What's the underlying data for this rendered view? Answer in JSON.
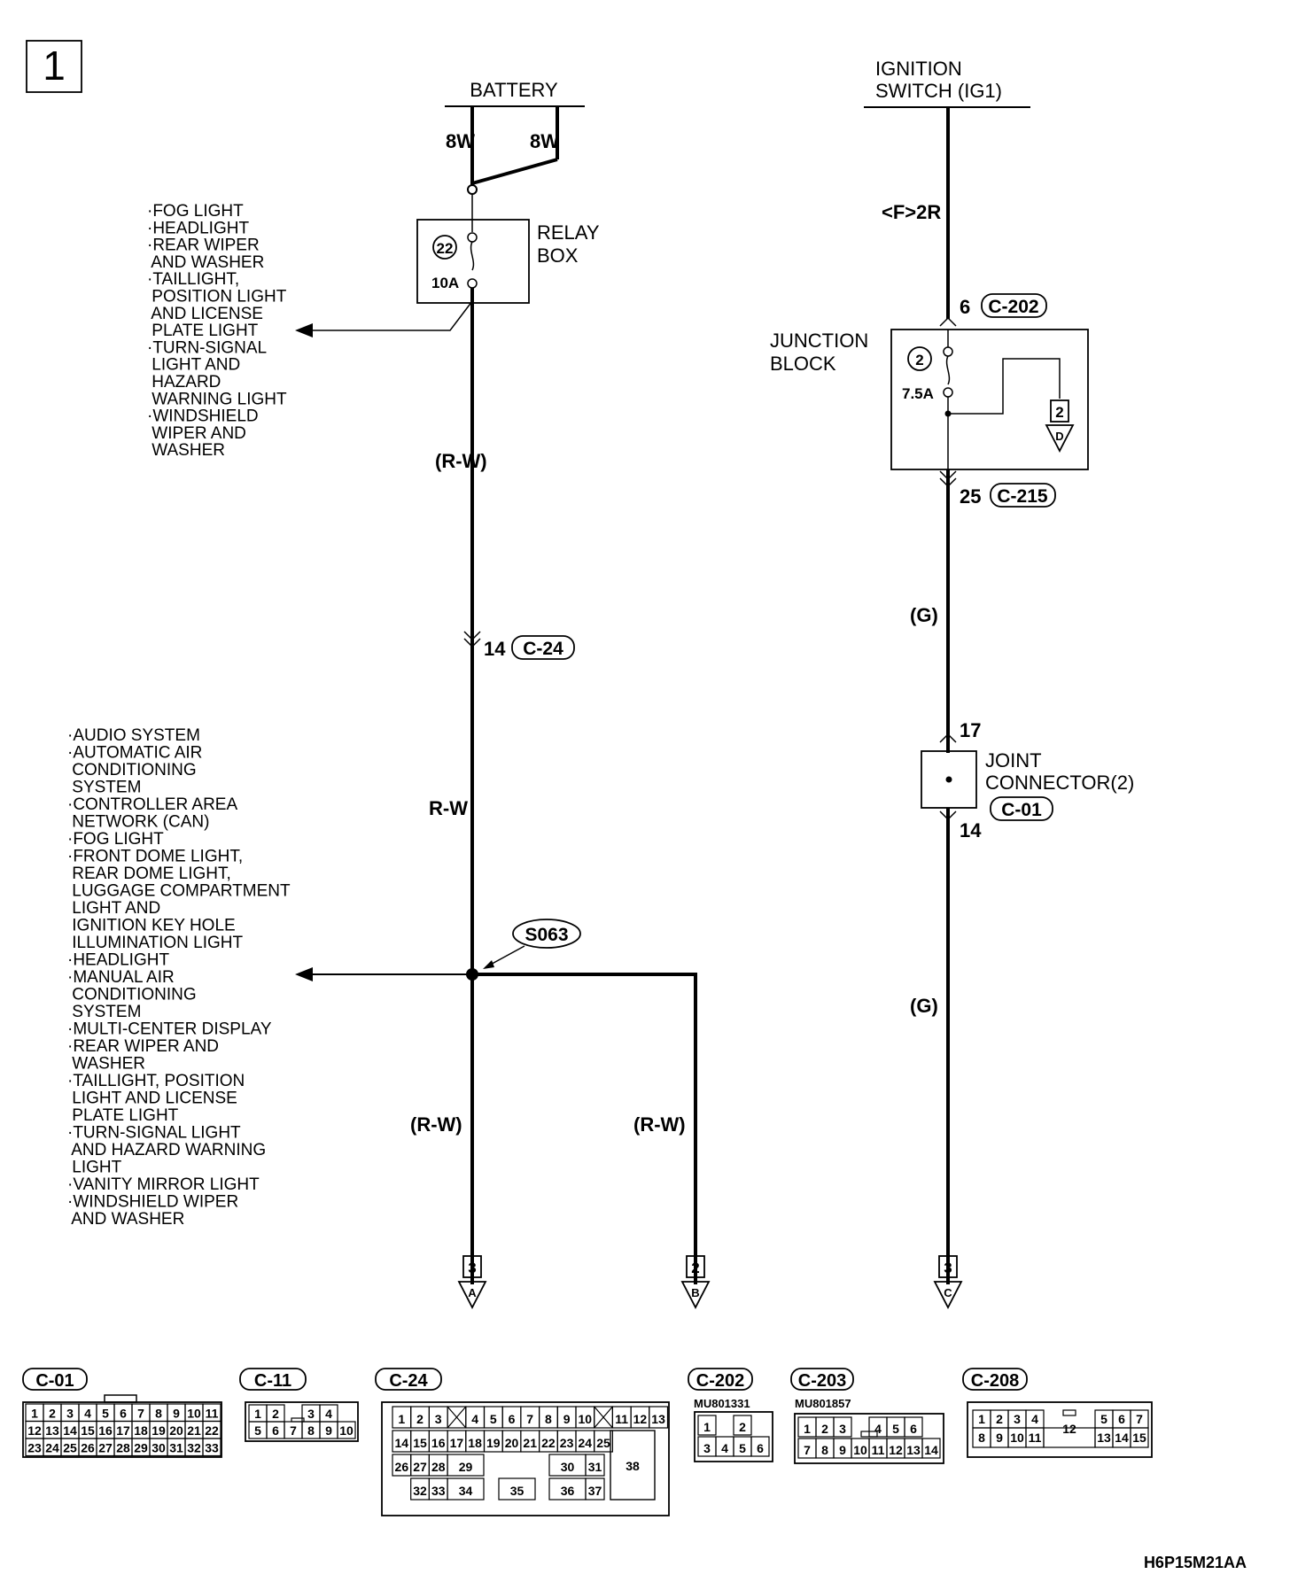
{
  "page_number": "1",
  "battery": {
    "label": "BATTERY",
    "wire_left": "8W",
    "wire_right": "8W"
  },
  "relay_box": {
    "label_line1": "RELAY",
    "label_line2": "BOX",
    "fuse_number": "22",
    "fuse_rating": "10A"
  },
  "branch1": {
    "items": [
      "·FOG LIGHT",
      "·HEADLIGHT",
      "·REAR WIPER",
      " AND WASHER",
      "·TAILLIGHT,",
      " POSITION LIGHT",
      " AND LICENSE",
      " PLATE LIGHT",
      "·TURN-SIGNAL",
      " LIGHT AND",
      " HAZARD",
      " WARNING LIGHT",
      "·WINDSHIELD",
      " WIPER AND",
      " WASHER"
    ]
  },
  "left_circuit": {
    "wire_color_1": "(R-W)",
    "connector_pin": "14",
    "connector_id": "C-24",
    "wire_color_2": "R-W",
    "splice": "S063",
    "wire_color_3": "(R-W)",
    "wire_color_4": "(R-W)",
    "terminal_A": {
      "num": "3",
      "letter": "A"
    },
    "terminal_B": {
      "num": "2",
      "letter": "B"
    }
  },
  "branch2": {
    "items": [
      "·AUDIO SYSTEM",
      "·AUTOMATIC AIR",
      " CONDITIONING",
      " SYSTEM",
      "·CONTROLLER AREA",
      " NETWORK (CAN)",
      "·FOG LIGHT",
      "·FRONT DOME LIGHT,",
      " REAR DOME LIGHT,",
      " LUGGAGE COMPARTMENT",
      " LIGHT AND",
      " IGNITION KEY HOLE",
      " ILLUMINATION LIGHT",
      "·HEADLIGHT",
      "·MANUAL AIR",
      " CONDITIONING",
      " SYSTEM",
      "·MULTI-CENTER DISPLAY",
      "·REAR WIPER AND",
      " WASHER",
      "·TAILLIGHT, POSITION",
      " LIGHT AND LICENSE",
      " PLATE LIGHT",
      "·TURN-SIGNAL LIGHT",
      " AND HAZARD WARNING",
      " LIGHT",
      "·VANITY MIRROR LIGHT",
      "·WINDSHIELD WIPER",
      " AND WASHER"
    ]
  },
  "ignition": {
    "label_line1": "IGNITION",
    "label_line2": "SWITCH (IG1)",
    "wire_f": "<F>2R",
    "pin_in": "6",
    "connector_in": "C-202",
    "junction_line1": "JUNCTION",
    "junction_line2": "BLOCK",
    "fuse_number": "2",
    "fuse_rating": "7.5A",
    "terminal_D": {
      "num": "2",
      "letter": "D"
    },
    "pin_out": "25",
    "connector_out": "C-215",
    "wire_color_1": "(G)",
    "joint_pin_in": "17",
    "joint_line1": "JOINT",
    "joint_line2": "CONNECTOR(2)",
    "joint_connector": "C-01",
    "joint_pin_out": "14",
    "wire_color_2": "(G)",
    "terminal_C": {
      "num": "3",
      "letter": "C"
    }
  },
  "connectors": {
    "c01": {
      "title": "C-01",
      "rows": [
        [
          "1",
          "2",
          "3",
          "4",
          "5",
          "6",
          "7",
          "8",
          "9",
          "10",
          "11"
        ],
        [
          "12",
          "13",
          "14",
          "15",
          "16",
          "17",
          "18",
          "19",
          "20",
          "21",
          "22"
        ],
        [
          "23",
          "24",
          "25",
          "26",
          "27",
          "28",
          "29",
          "30",
          "31",
          "32",
          "33"
        ]
      ]
    },
    "c11": {
      "title": "C-11",
      "rows": [
        [
          "1",
          "2",
          "",
          "3",
          "4"
        ],
        [
          "5",
          "6",
          "7",
          "8",
          "9",
          "10"
        ]
      ]
    },
    "c24": {
      "title": "C-24",
      "row1": [
        "1",
        "2",
        "3",
        "",
        "4",
        "5",
        "6",
        "7",
        "8",
        "9",
        "10",
        "",
        "11",
        "12",
        "13"
      ],
      "row2": [
        "14",
        "15",
        "16",
        "17",
        "18",
        "19",
        "20",
        "21",
        "22",
        "23",
        "24",
        "25"
      ],
      "row3": [
        "26",
        "27",
        "28",
        "29",
        "30",
        "31"
      ],
      "row4": [
        "32",
        "33",
        "34",
        "35",
        "36",
        "37"
      ],
      "big": "38"
    },
    "c202": {
      "title": "C-202",
      "part": "MU801331",
      "rows": [
        [
          "1",
          "",
          "2"
        ],
        [
          "3",
          "4",
          "5",
          "6"
        ]
      ]
    },
    "c203": {
      "title": "C-203",
      "part": "MU801857",
      "rows": [
        [
          "1",
          "2",
          "3",
          "",
          "4",
          "5",
          "6"
        ],
        [
          "7",
          "8",
          "9",
          "10",
          "11",
          "12",
          "13",
          "14"
        ]
      ]
    },
    "c208": {
      "title": "C-208",
      "rows": [
        [
          "1",
          "2",
          "3",
          "4",
          "",
          "5",
          "6",
          "7"
        ],
        [
          "8",
          "9",
          "10",
          "11",
          "12",
          "13",
          "14",
          "15"
        ]
      ]
    }
  },
  "figure_code": "H6P15M21AA"
}
